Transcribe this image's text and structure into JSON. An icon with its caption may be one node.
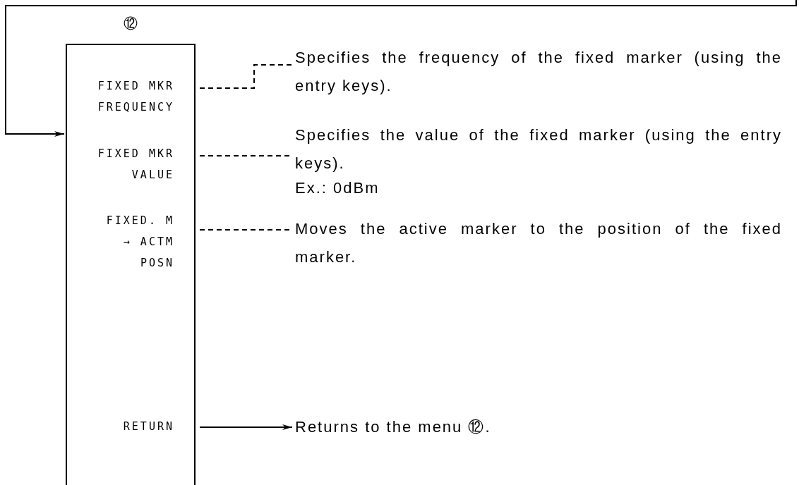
{
  "diagram": {
    "nodes": [
      {
        "text": [
          "⑫"
        ]
      },
      {
        "text": [
          "FIXED MKR FREQUENCY"
        ],
        "in": 0
      },
      {
        "text": [
          "FIXED MKR VALUE"
        ],
        "in": 0
      },
      {
        "text": [
          "FIXED. M → ACTM POSN"
        ],
        "in": 0
      },
      {
        "text": [
          "RETURN"
        ],
        "in": 0
      },
      {
        "text": [
          "Specifies the frequency of the fixed marker (using the entry keys)."
        ]
      },
      {
        "text": [
          "Specifies the value of the fixed marker (using the entry keys).",
          "Ex.: 0dBm"
        ]
      },
      {
        "text": [
          "Moves the active marker to the position of the fixed marker."
        ]
      },
      {
        "text": [
          "Returns to the menu ⑫."
        ]
      }
    ],
    "edges": [
      {
        "from": null,
        "to": 0,
        "arrow": "to"
      },
      {
        "from": 1,
        "to": 5,
        "arrow": "none",
        "style": "dashed"
      },
      {
        "from": 2,
        "to": 6,
        "arrow": "none",
        "style": "dashed"
      },
      {
        "from": 3,
        "to": 7,
        "arrow": "none",
        "style": "dashed"
      },
      {
        "from": 4,
        "to": 8,
        "arrow": "to"
      }
    ]
  }
}
